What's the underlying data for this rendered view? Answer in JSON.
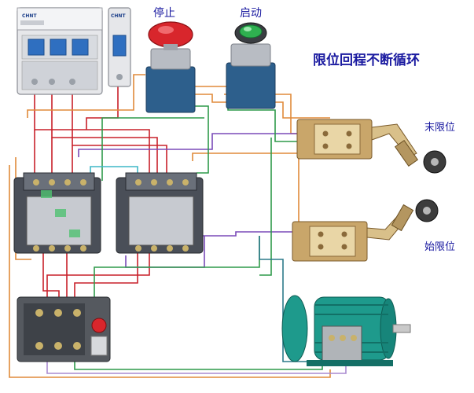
{
  "labels": {
    "stop": "停止",
    "start": "启动",
    "title": "限位回程不断循环",
    "end_limit": "末限位",
    "start_limit": "始限位"
  },
  "brand": {
    "breaker": "CHNT",
    "breaker_small": "CHNT"
  },
  "components": {
    "stop_button": "red-mushroom-button",
    "start_button": "green-flush-button",
    "motor": "three-phase-motor"
  },
  "colors": {
    "wire_red": "#c8202a",
    "wire_orange": "#e08a3a",
    "wire_green": "#2f9a4a",
    "wire_purple": "#7a4ab8",
    "wire_cyan": "#3fb7c7",
    "label_blue": "#1a1aa0",
    "motor_teal": "#1e9a8c"
  }
}
